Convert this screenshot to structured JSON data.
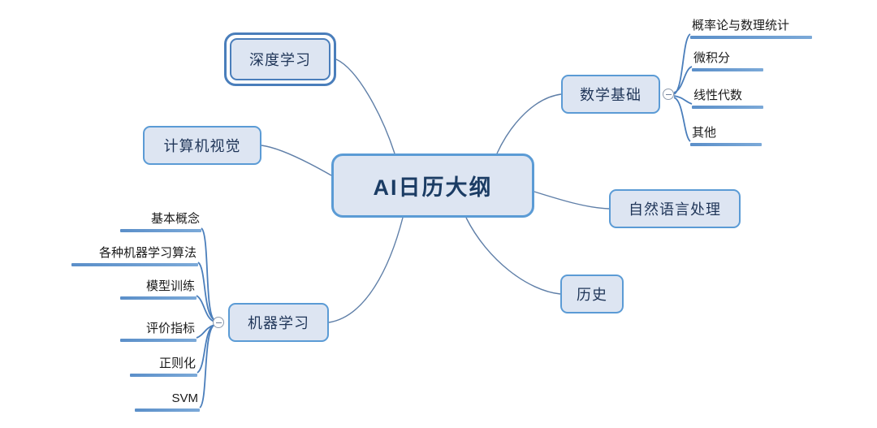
{
  "diagram": {
    "type": "mind-map",
    "title": "AI日历大纲",
    "colors": {
      "node_fill": "#dde5f2",
      "node_border": "#5b9bd5",
      "selected_border": "#4a7ebb",
      "edge": "#5f7fa8",
      "branch": "#4a7ebb",
      "leaf_bar": "#5b8fc9",
      "text": "#1f3558",
      "background": "#ffffff"
    },
    "central": {
      "label": "AI日历大纲"
    },
    "branches": [
      {
        "id": "deep-learning",
        "label": "深度学习",
        "side": "left",
        "selected": true,
        "children": []
      },
      {
        "id": "computer-vision",
        "label": "计算机视觉",
        "side": "left",
        "selected": false,
        "children": []
      },
      {
        "id": "machine-learning",
        "label": "机器学习",
        "side": "left",
        "selected": false,
        "collapse_toggle": "−",
        "children": [
          {
            "label": "基本概念"
          },
          {
            "label": "各种机器学习算法"
          },
          {
            "label": "模型训练"
          },
          {
            "label": "评价指标"
          },
          {
            "label": "正则化"
          },
          {
            "label": "SVM"
          }
        ]
      },
      {
        "id": "math-foundation",
        "label": "数学基础",
        "side": "right",
        "selected": false,
        "collapse_toggle": "−",
        "children": [
          {
            "label": "概率论与数理统计"
          },
          {
            "label": "微积分"
          },
          {
            "label": "线性代数"
          },
          {
            "label": "其他"
          }
        ]
      },
      {
        "id": "nlp",
        "label": "自然语言处理",
        "side": "right",
        "selected": false,
        "children": []
      },
      {
        "id": "history",
        "label": "历史",
        "side": "right",
        "selected": false,
        "children": []
      }
    ]
  }
}
